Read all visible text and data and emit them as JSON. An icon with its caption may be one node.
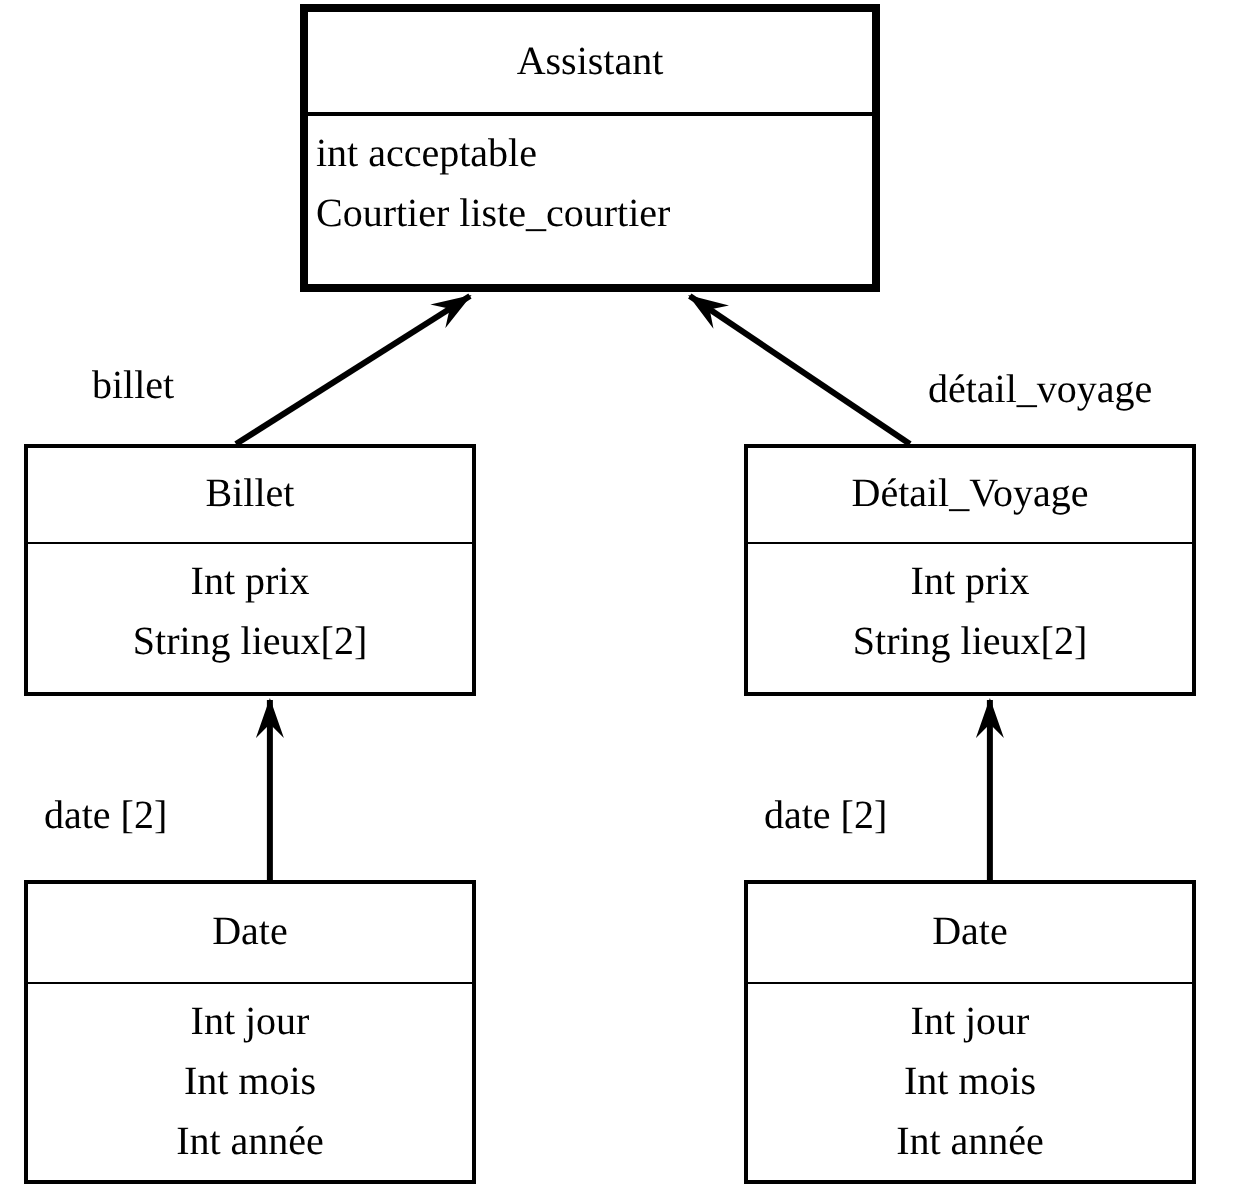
{
  "diagram": {
    "nodes": [
      {
        "text": [
          "Assistant",
          "int acceptable",
          "Courtier liste_courtier"
        ]
      },
      {
        "text": [
          "Billet",
          "Int prix",
          "String lieux[2]"
        ]
      },
      {
        "text": [
          "Détail_Voyage",
          "Int prix",
          "String lieux[2]"
        ]
      },
      {
        "text": [
          "Date",
          "Int jour",
          "Int mois",
          "Int année"
        ]
      },
      {
        "text": [
          "Date",
          "Int jour",
          "Int mois",
          "Int année"
        ]
      }
    ],
    "edges": [
      {
        "from": 1,
        "to": 0,
        "arrow": "to",
        "label": "billet"
      },
      {
        "from": 2,
        "to": 0,
        "arrow": "to",
        "label": "détail_voyage"
      },
      {
        "from": 3,
        "to": 1,
        "arrow": "to",
        "label": "date [2]"
      },
      {
        "from": 4,
        "to": 2,
        "arrow": "to",
        "label": "date [2]"
      }
    ]
  }
}
